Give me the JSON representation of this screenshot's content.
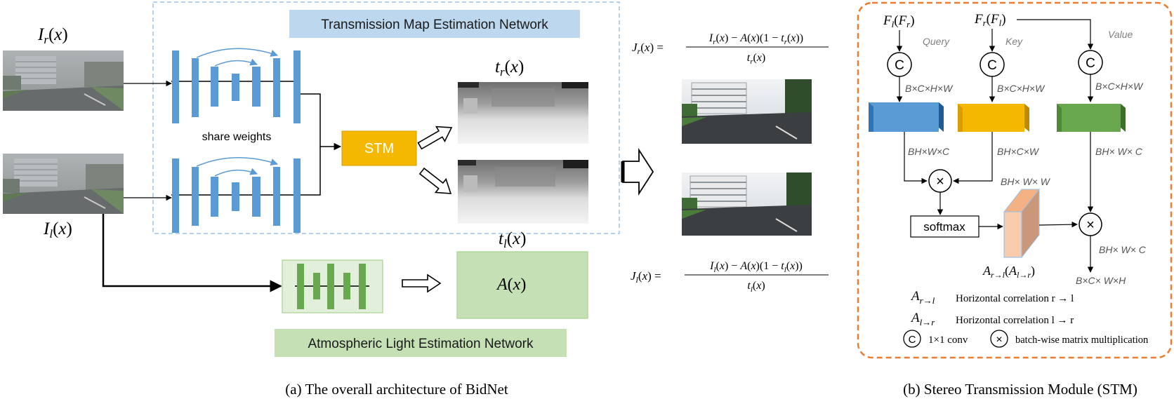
{
  "panel_a": {
    "caption": "(a)  The overall architecture of BidNet",
    "input_right_label": "I_r(x)",
    "input_left_label": "I_l(x)",
    "tmen_label": "Transmission Map Estimation Network",
    "share_weights": "share weights",
    "stm_label": "STM",
    "t_right_label": "t_r(x)",
    "t_left_label": "t_l(x)",
    "atmos_output_label": "A(x)",
    "alen_label": "Atmospheric Light Estimation Network",
    "formula_right": {
      "lhs": "J_r(x) =",
      "numerator": "I_r(x) − A(x)(1 − t_r(x))",
      "denominator": "t_r(x)"
    },
    "formula_left": {
      "lhs": "J_l(x) =",
      "numerator": "I_l(x) − A(x)(1 − t_l(x))",
      "denominator": "t_l(x)"
    }
  },
  "panel_b": {
    "caption": "(b)  Stereo Transmission Module (STM)",
    "inputs": [
      {
        "label": "F_l(F_r)",
        "role": "Query"
      },
      {
        "label": "F_r(F_l)",
        "role": "Key"
      },
      {
        "label": "",
        "role": "Value"
      }
    ],
    "conv_symbol": "C",
    "mult_symbol": "×",
    "dims_after_conv": [
      "B×C×H×W",
      "B×C×H×W",
      "B×C×H×W"
    ],
    "reshape_dims": [
      "BH×W×C",
      "BH×C×W",
      "BH× W× C"
    ],
    "attention_dim": "BH× W× W",
    "softmax_label": "softmax",
    "attention_label": "A_{r→l}(A_{l→r})",
    "output_dim_1": "BH× W× C",
    "output_dim_2": "B×C× W×H",
    "legend": [
      {
        "symbol": "A_{r→l}",
        "text": "Horizontal correlation r → l"
      },
      {
        "symbol": "A_{l→r}",
        "text": "Horizontal correlation l → r"
      }
    ],
    "legend_conv": "1×1 conv",
    "legend_mult": "batch-wise matrix multiplication"
  },
  "colors": {
    "encoder_blue": "#5b9bd5",
    "stm_orange": "#f5b800",
    "alen_green": "#6aa84f",
    "tmen_title_bg": "#bdd7ee",
    "alen_title_bg": "#c5e0b4",
    "stm_border": "#ed7d31",
    "attention_peach": "#f8cbad"
  }
}
